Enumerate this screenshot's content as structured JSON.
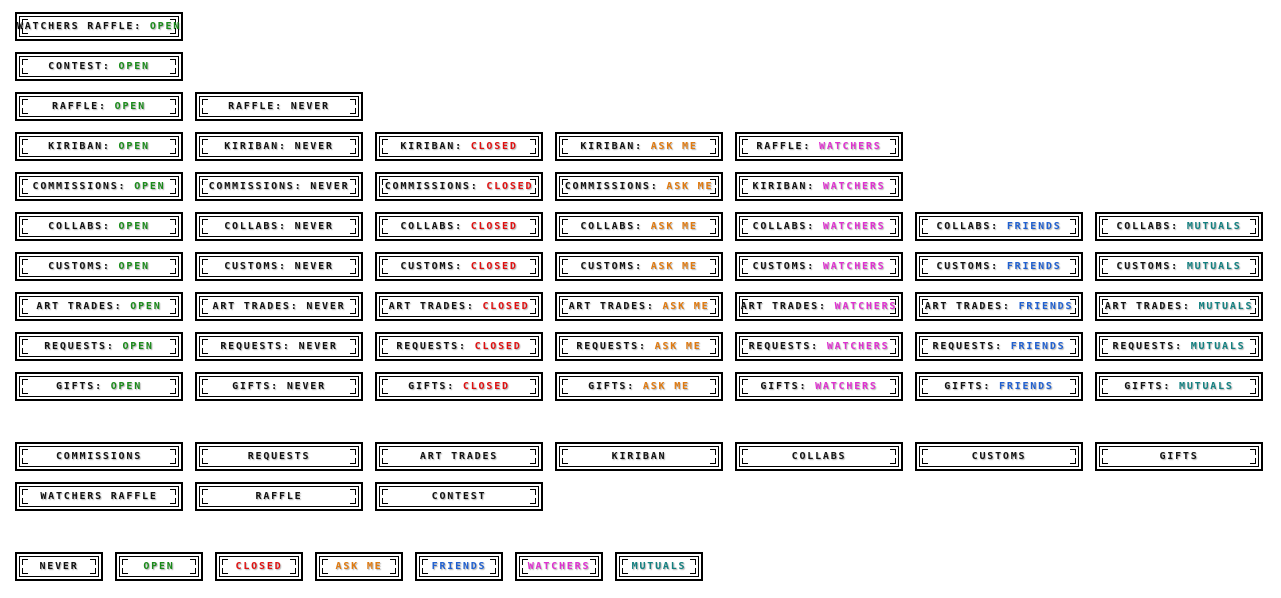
{
  "colors": {
    "NEVER": "#111111",
    "OPEN": "#1a8a1a",
    "CLOSED": "#e01010",
    "ASK ME": "#e07a10",
    "WATCHERS": "#e030d0",
    "FRIENDS": "#2060d0",
    "MUTUALS": "#138080"
  },
  "rows": [
    [
      {
        "label": "WATCHERS RAFFLE",
        "status": "OPEN"
      }
    ],
    [
      {
        "label": "CONTEST",
        "status": "OPEN"
      }
    ],
    [
      {
        "label": "RAFFLE",
        "status": "OPEN"
      },
      {
        "label": "RAFFLE",
        "status": "NEVER"
      }
    ],
    [
      {
        "label": "KIRIBAN",
        "status": "OPEN"
      },
      {
        "label": "KIRIBAN",
        "status": "NEVER"
      },
      {
        "label": "KIRIBAN",
        "status": "CLOSED"
      },
      {
        "label": "KIRIBAN",
        "status": "ASK ME"
      },
      {
        "label": "RAFFLE",
        "status": "WATCHERS"
      }
    ],
    [
      {
        "label": "COMMISSIONS",
        "status": "OPEN"
      },
      {
        "label": "COMMISSIONS",
        "status": "NEVER"
      },
      {
        "label": "COMMISSIONS",
        "status": "CLOSED"
      },
      {
        "label": "COMMISSIONS",
        "status": "ASK ME"
      },
      {
        "label": "KIRIBAN",
        "status": "WATCHERS"
      }
    ],
    [
      {
        "label": "COLLABS",
        "status": "OPEN"
      },
      {
        "label": "COLLABS",
        "status": "NEVER"
      },
      {
        "label": "COLLABS",
        "status": "CLOSED"
      },
      {
        "label": "COLLABS",
        "status": "ASK ME"
      },
      {
        "label": "COLLABS",
        "status": "WATCHERS"
      },
      {
        "label": "COLLABS",
        "status": "FRIENDS"
      },
      {
        "label": "COLLABS",
        "status": "MUTUALS"
      }
    ],
    [
      {
        "label": "CUSTOMS",
        "status": "OPEN"
      },
      {
        "label": "CUSTOMS",
        "status": "NEVER"
      },
      {
        "label": "CUSTOMS",
        "status": "CLOSED"
      },
      {
        "label": "CUSTOMS",
        "status": "ASK ME"
      },
      {
        "label": "CUSTOMS",
        "status": "WATCHERS"
      },
      {
        "label": "CUSTOMS",
        "status": "FRIENDS"
      },
      {
        "label": "CUSTOMS",
        "status": "MUTUALS"
      }
    ],
    [
      {
        "label": "ART TRADES",
        "status": "OPEN"
      },
      {
        "label": "ART TRADES",
        "status": "NEVER"
      },
      {
        "label": "ART TRADES",
        "status": "CLOSED"
      },
      {
        "label": "ART TRADES",
        "status": "ASK ME"
      },
      {
        "label": "ART TRADES",
        "status": "WATCHERS"
      },
      {
        "label": "ART TRADES",
        "status": "FRIENDS"
      },
      {
        "label": "ART TRADES",
        "status": "MUTUALS"
      }
    ],
    [
      {
        "label": "REQUESTS",
        "status": "OPEN"
      },
      {
        "label": "REQUESTS",
        "status": "NEVER"
      },
      {
        "label": "REQUESTS",
        "status": "CLOSED"
      },
      {
        "label": "REQUESTS",
        "status": "ASK ME"
      },
      {
        "label": "REQUESTS",
        "status": "WATCHERS"
      },
      {
        "label": "REQUESTS",
        "status": "FRIENDS"
      },
      {
        "label": "REQUESTS",
        "status": "MUTUALS"
      }
    ],
    [
      {
        "label": "GIFTS",
        "status": "OPEN"
      },
      {
        "label": "GIFTS",
        "status": "NEVER"
      },
      {
        "label": "GIFTS",
        "status": "CLOSED"
      },
      {
        "label": "GIFTS",
        "status": "ASK ME"
      },
      {
        "label": "GIFTS",
        "status": "WATCHERS"
      },
      {
        "label": "GIFTS",
        "status": "FRIENDS"
      },
      {
        "label": "GIFTS",
        "status": "MUTUALS"
      }
    ],
    [
      {
        "label": "COMMISSIONS"
      },
      {
        "label": "REQUESTS"
      },
      {
        "label": "ART TRADES"
      },
      {
        "label": "KIRIBAN"
      },
      {
        "label": "COLLABS"
      },
      {
        "label": "CUSTOMS"
      },
      {
        "label": "GIFTS"
      }
    ],
    [
      {
        "label": "WATCHERS RAFFLE"
      },
      {
        "label": "RAFFLE"
      },
      {
        "label": "CONTEST"
      }
    ],
    [
      {
        "status": "NEVER"
      },
      {
        "status": "OPEN"
      },
      {
        "status": "CLOSED"
      },
      {
        "status": "ASK ME"
      },
      {
        "status": "FRIENDS"
      },
      {
        "status": "WATCHERS"
      },
      {
        "status": "MUTUALS"
      }
    ]
  ]
}
